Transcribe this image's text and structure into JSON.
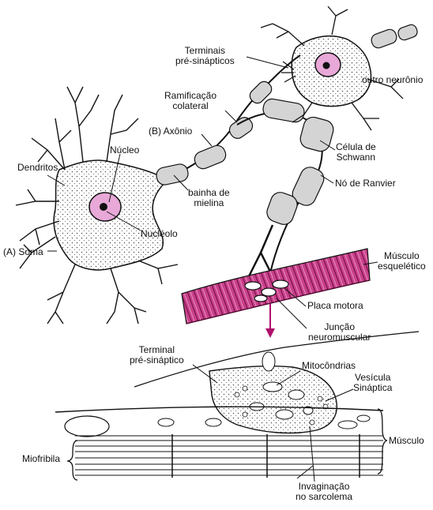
{
  "labels": {
    "terminais": "Terminais\npré-sinápticos",
    "outro_neuronio": "outro neurônio",
    "ramificacao": "Ramificação\ncolateral",
    "axonio": "(B)  Axônio",
    "nucleo": "Núcleo",
    "dendritos": "Dendritos",
    "celula_schwann": "Célula de\nSchwann",
    "bainha": "bainha de\nmielina",
    "no_ranvier": "Nó de Ranvier",
    "nucleolo": "Nucléolo",
    "soma": "(A)  Soma",
    "musculo_esqueletico": "Músculo\nesquelético",
    "placa_motora": "Placa motora",
    "juncao": "Junção\nneuromuscular",
    "terminal_pre": "Terminal\npré-sináptico",
    "mitocondrias": "Mitocôndrias",
    "vesicula": "Vesícula\nSináptica",
    "musculo": "Músculo",
    "miofribila": "Miofribila",
    "invaginacao": "Invaginação\nno sarcolema"
  },
  "colors": {
    "nucleus_fill": "#e8a8d8",
    "nucleolus_fill": "#111111",
    "myelin_fill": "#d4d4d4",
    "muscle_fill": "#c0307a",
    "muscle_stripe": "#7a1048",
    "arrow": "#b0106a",
    "line": "#111111"
  }
}
